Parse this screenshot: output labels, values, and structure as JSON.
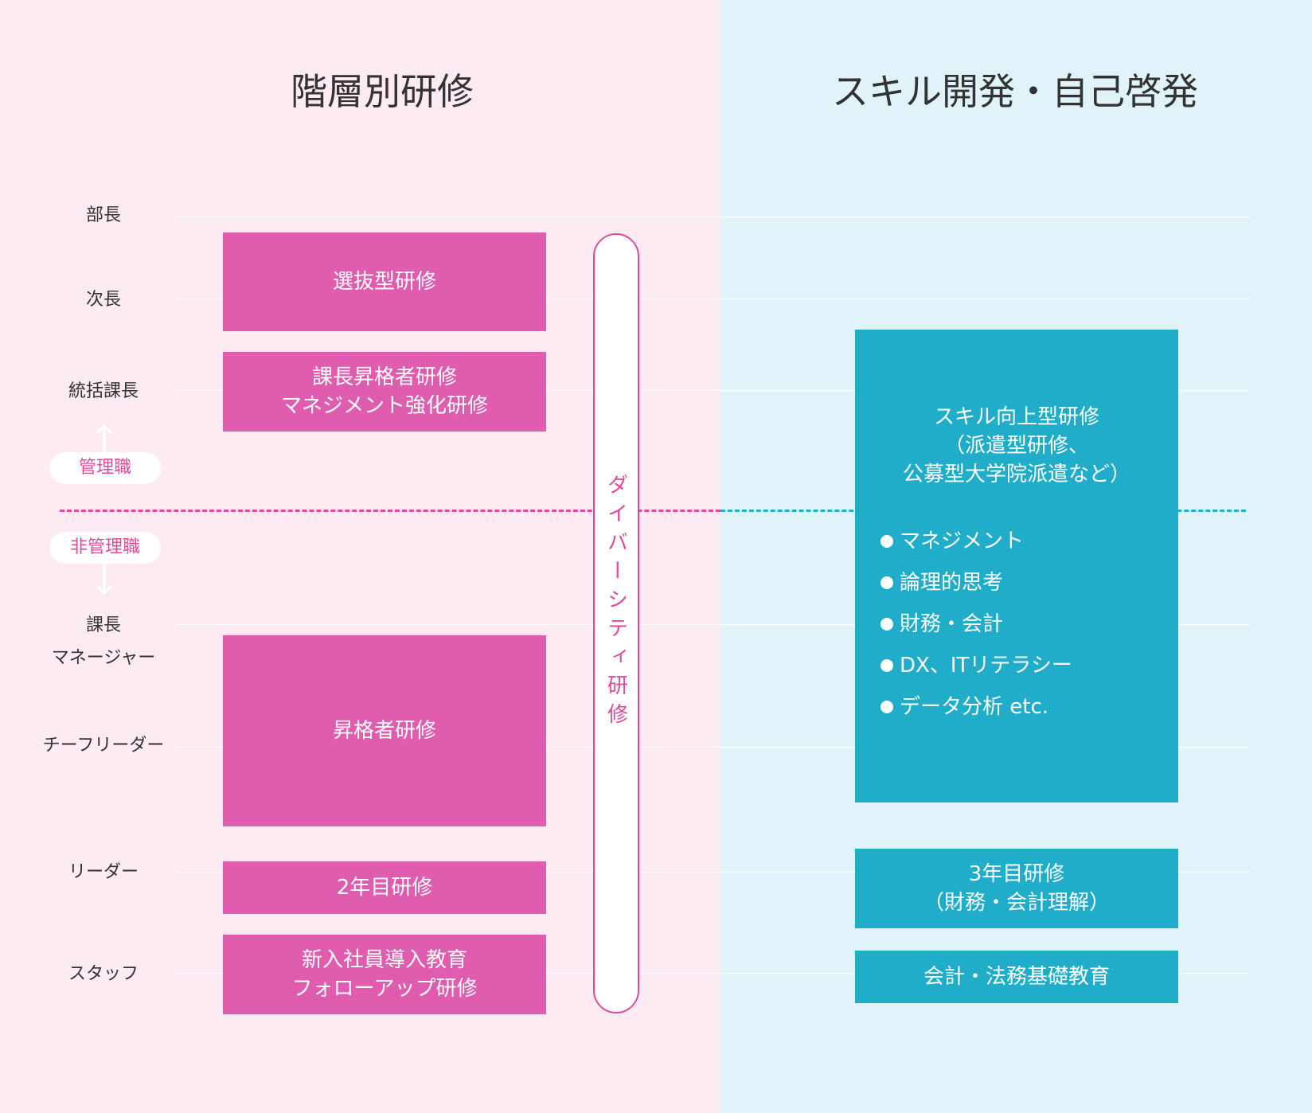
{
  "headings": {
    "left": "階層別研修",
    "right": "スキル開発・自己啓発"
  },
  "levels": {
    "bucho": "部長",
    "jicho": "次長",
    "tokatsu_kacho": "統括課長",
    "kacho": "課長",
    "manager": "マネージャー",
    "team_leader": "チーフリーダー",
    "leader": "リーダー",
    "staff": "スタッフ"
  },
  "divider": {
    "management": "管理職",
    "non_management": "非管理職"
  },
  "hierarchical": {
    "selective": "選抜型研修",
    "manager_promo_line1": "課長昇格者研修",
    "manager_promo_line2": "マネジメント強化研修",
    "promotion": "昇格者研修",
    "second_year": "2年目研修",
    "newcomer_line1": "新入社員導入教育",
    "newcomer_line2": "フォローアップ研修"
  },
  "diversity": "ダイバーシティ研修",
  "skill": {
    "title_line1": "スキル向上型研修",
    "title_line2": "（派遣型研修、",
    "title_line3": "公募型大学院派遣など）",
    "items": [
      "マネジメント",
      "論理的思考",
      "財務・会計",
      "DX、ITリテラシー",
      "データ分析 etc."
    ],
    "third_year_line1": "3年目研修",
    "third_year_line2": "（財務・会計理解）",
    "basic": "会計・法務基礎教育"
  },
  "colors": {
    "left_bg": "#fdebf3",
    "right_bg": "#dff3f8",
    "pink_box": "#e05cae",
    "pink_accent": "#e0499a",
    "blue_box": "#20adc9",
    "blue_accent": "#1fb0ca"
  }
}
